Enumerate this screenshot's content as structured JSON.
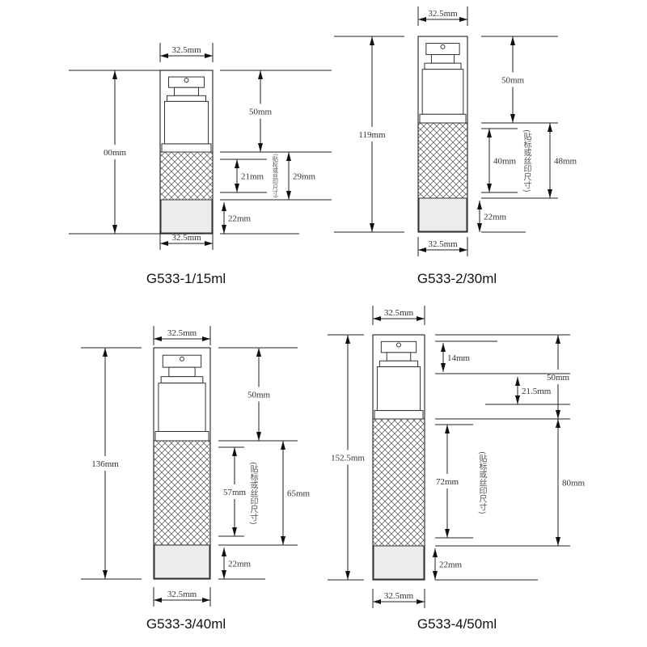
{
  "panels": [
    {
      "caption": "G533-1/15ml",
      "width_top": "32.5mm",
      "width_bottom": "32.5mm",
      "total_height": "00mm",
      "pump_height": "50mm",
      "print_height": "21mm",
      "label_height": "29mm",
      "base_height": "22mm",
      "vertical_note": "(贴标或丝印尺寸)"
    },
    {
      "caption": "G533-2/30ml",
      "width_top": "32.5mm",
      "width_bottom": "32.5mm",
      "total_height": "119mm",
      "pump_height": "50mm",
      "print_height": "40mm",
      "label_height": "48mm",
      "base_height": "22mm",
      "vertical_note": "(贴标或丝印尺寸)"
    },
    {
      "caption": "G533-3/40ml",
      "width_top": "32.5mm",
      "width_bottom": "32.5mm",
      "total_height": "136mm",
      "pump_height": "50mm",
      "print_height": "57mm",
      "label_height": "65mm",
      "base_height": "22mm",
      "vertical_note": "(贴标或丝印尺寸)"
    },
    {
      "caption": "G533-4/50ml",
      "width_top": "32.5mm",
      "width_bottom": "32.5mm",
      "total_height": "152.5mm",
      "pump_height": "50mm",
      "cap_height": "14mm",
      "neck_height": "21.5mm",
      "print_height": "72mm",
      "label_height": "80mm",
      "base_height": "22mm",
      "vertical_note": "(贴标或丝印尺寸)"
    }
  ]
}
